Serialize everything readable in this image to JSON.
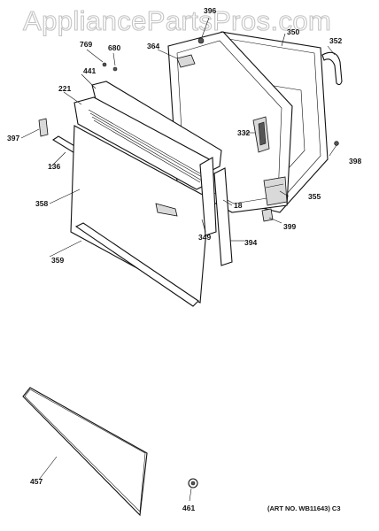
{
  "watermark": "AppliancePartsPros.com",
  "art_number": "(ART NO. WB11643) C3",
  "labels": {
    "p396": "396",
    "p350": "350",
    "p352": "352",
    "p769": "769",
    "p680": "680",
    "p364": "364",
    "p441": "441",
    "p221": "221",
    "p397": "397",
    "p136": "136",
    "p332": "332",
    "p398": "398",
    "p358": "358",
    "p18": "18",
    "p355": "355",
    "p399": "399",
    "p349": "349",
    "p394": "394",
    "p359": "359",
    "p457": "457",
    "p461": "461"
  }
}
